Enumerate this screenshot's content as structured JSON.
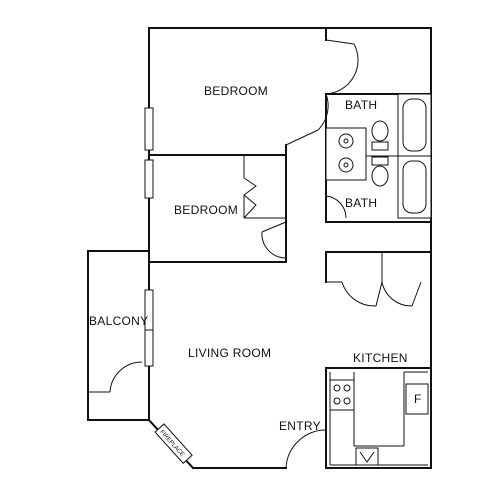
{
  "rooms": {
    "bedroom_1": "BEDROOM",
    "bedroom_2": "BEDROOM",
    "bath_1": "BATH",
    "bath_2": "BATH",
    "balcony": "BALCONY",
    "living_room": "LIVING ROOM",
    "kitchen": "KITCHEN",
    "entry": "ENTRY"
  },
  "fixtures": {
    "fireplace": "FIREPLACE",
    "fridge": "F"
  }
}
